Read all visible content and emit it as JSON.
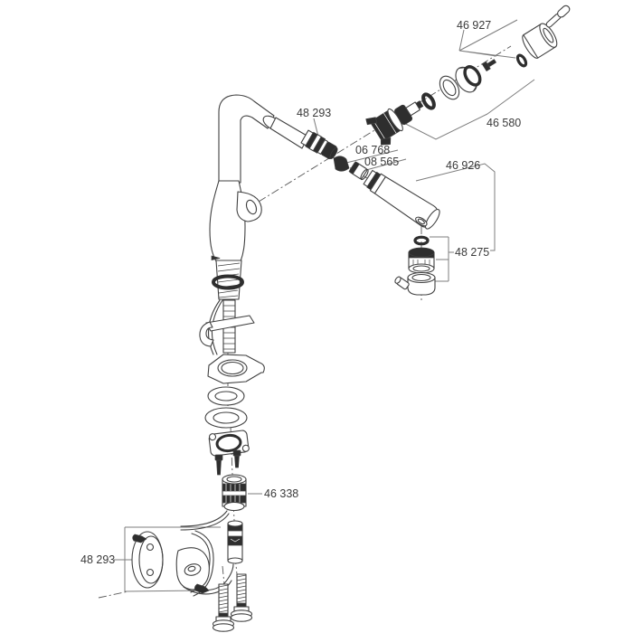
{
  "diagram": {
    "labels": {
      "spout_nipple": "48 293",
      "handle_assembly": "46 927",
      "cap_assembly": "46 580",
      "check_valve_upper": "06 768",
      "check_valve_lower": "08 565",
      "spray_head": "46 926",
      "mousseur_set": "48 275",
      "quick_coupling": "46 338",
      "hose_holder_set": "48 293"
    },
    "colors": {
      "background": "#ffffff",
      "line": "#414141",
      "dark_fill": "#2e2e2e",
      "leader": "#7d7d7d",
      "label_text": "#3a3a3a"
    }
  }
}
